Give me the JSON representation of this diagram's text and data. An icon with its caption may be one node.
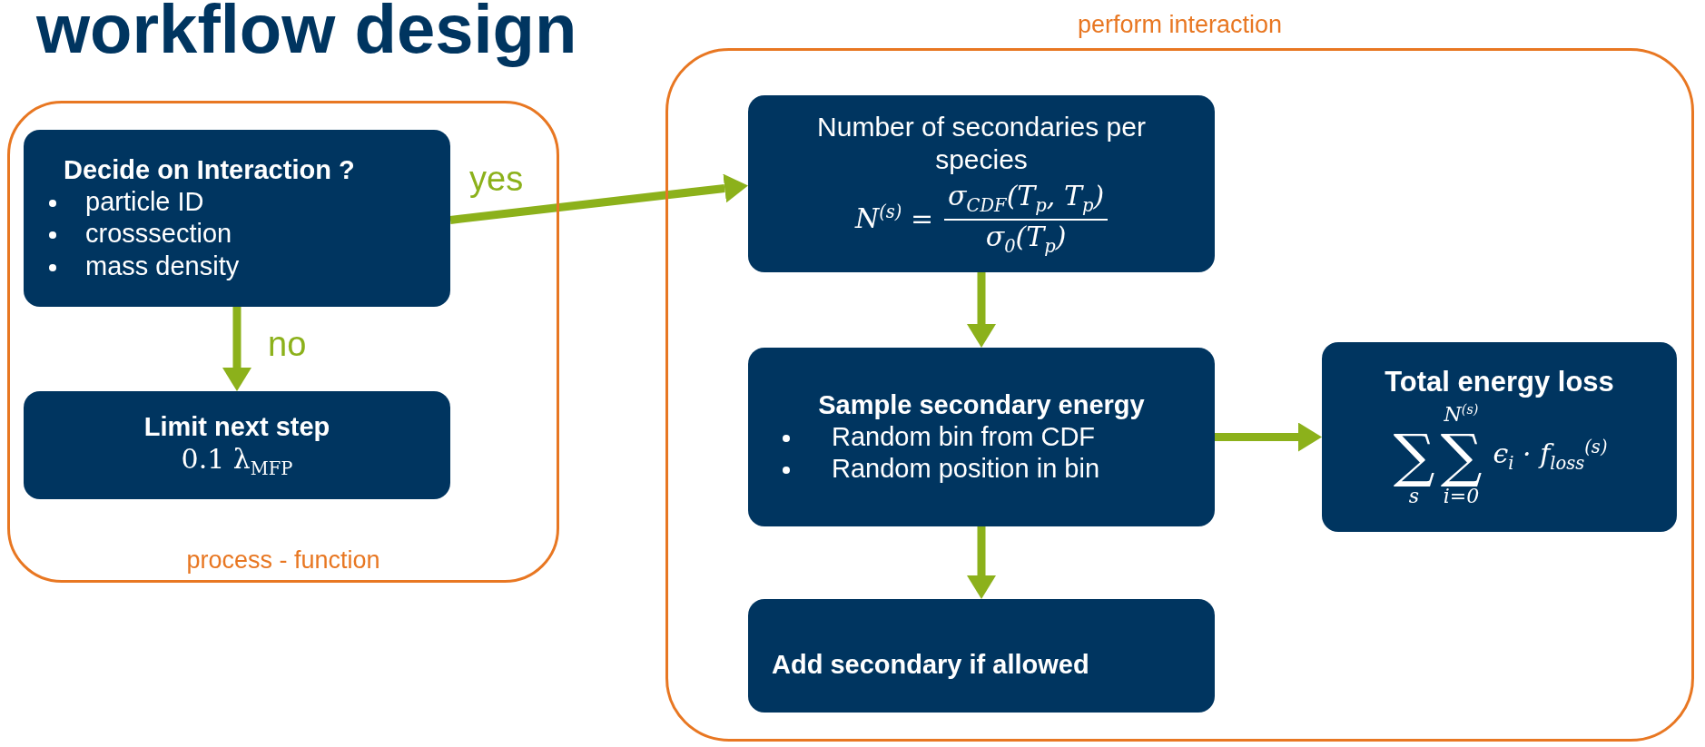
{
  "diagram": {
    "title": "workflow design",
    "nodes": [
      {
        "text": [
          "process - function"
        ]
      },
      {
        "text": [
          "Decide on Interaction ?",
          "particle ID",
          "crosssection",
          "mass density"
        ],
        "in": 0
      },
      {
        "text": [
          "Limit next step",
          "0.1 λ$_{MFP}$"
        ],
        "in": 0
      },
      {
        "text": [
          "perform interaction"
        ]
      },
      {
        "text": [
          "Number of secondaries per species",
          "N$^{(s)}$ =",
          "σ$_{CDF}$(T$_{p}$, T$_{p}$)",
          "σ$_{0}$(T$_{p}$)"
        ],
        "in": 3
      },
      {
        "text": [
          "Sample secondary energy",
          "Random bin from CDF",
          "Random position in bin"
        ],
        "in": 3
      },
      {
        "text": [
          "Add secondary if allowed"
        ],
        "in": 3
      },
      {
        "text": [
          "Total energy loss",
          "∑",
          "s",
          "N$^{(s)}$",
          "∑",
          "i=0",
          "ϵ$_{i}$ · f$_{loss}$$^{(s)}$"
        ],
        "in": 3
      }
    ],
    "edges": [
      {
        "from": 1,
        "to": 4,
        "arrow": "to",
        "label": "yes"
      },
      {
        "from": 1,
        "to": 2,
        "arrow": "to",
        "label": "no"
      },
      {
        "from": 4,
        "to": 5,
        "arrow": "to"
      },
      {
        "from": 5,
        "to": 6,
        "arrow": "to"
      },
      {
        "from": 5,
        "to": 7,
        "arrow": "to"
      }
    ]
  }
}
